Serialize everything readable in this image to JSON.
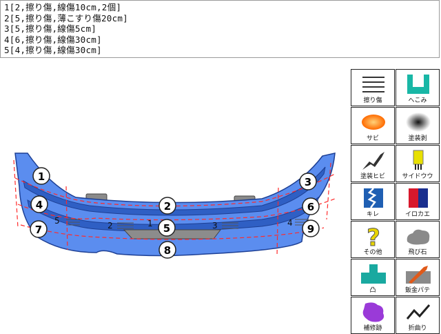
{
  "notes": [
    "1[2,擦り傷,線傷10cm,2個]",
    "2[5,擦り傷,薄こすり傷20cm]",
    "3[5,擦り傷,線傷5cm]",
    "4[6,擦り傷,線傷30cm]",
    "5[4,擦り傷,線傷30cm]"
  ],
  "diagram": {
    "zone_markers": [
      "1",
      "2",
      "3",
      "4",
      "5",
      "6",
      "7",
      "8",
      "9"
    ],
    "scratch_markers": [
      "1",
      "2",
      "3",
      "4",
      "5"
    ]
  },
  "colors": {
    "bumper": "#5b8def",
    "bumper_dark": "#2f5fc4",
    "stripe": "#1d3f94",
    "grille": "#8c8c8c",
    "damage_line": "#ff2a2a"
  },
  "palette": [
    {
      "id": "scratch",
      "label": "擦り傷",
      "icon": "lines-icon",
      "color": "#333333"
    },
    {
      "id": "dent",
      "label": "へこみ",
      "icon": "dent-icon",
      "color": "#19b7a6"
    },
    {
      "id": "rust",
      "label": "サビ",
      "icon": "rust-icon",
      "color": "#ff7a1a"
    },
    {
      "id": "paint-peel",
      "label": "塗装剥",
      "icon": "paint-peel-icon",
      "color": "#333333"
    },
    {
      "id": "paint-crack",
      "label": "塗装ヒビ",
      "icon": "crack-icon",
      "color": "#333333"
    },
    {
      "id": "side-molding",
      "label": "サイドウウ",
      "icon": "molding-icon",
      "color": "#e8e000"
    },
    {
      "id": "cut",
      "label": "キレ",
      "icon": "cut-icon",
      "color": "#1f5fb3"
    },
    {
      "id": "color-diff",
      "label": "イロカエ",
      "icon": "color-diff-icon",
      "color": "#d8182c"
    },
    {
      "id": "other",
      "label": "その他",
      "icon": "question-icon",
      "color": "#e8d400"
    },
    {
      "id": "chip",
      "label": "飛び石",
      "icon": "stone-icon",
      "color": "#888888"
    },
    {
      "id": "bump",
      "label": "凸",
      "icon": "bump-icon",
      "color": "#19a9a0"
    },
    {
      "id": "panel-putty",
      "label": "鈑金パテ",
      "icon": "putty-icon",
      "color": "#e05a1a"
    },
    {
      "id": "repair-trace",
      "label": "補修跡",
      "icon": "repair-icon",
      "color": "#9a3ad8"
    },
    {
      "id": "bend",
      "label": "折曲り",
      "icon": "bend-icon",
      "color": "#222222"
    }
  ]
}
